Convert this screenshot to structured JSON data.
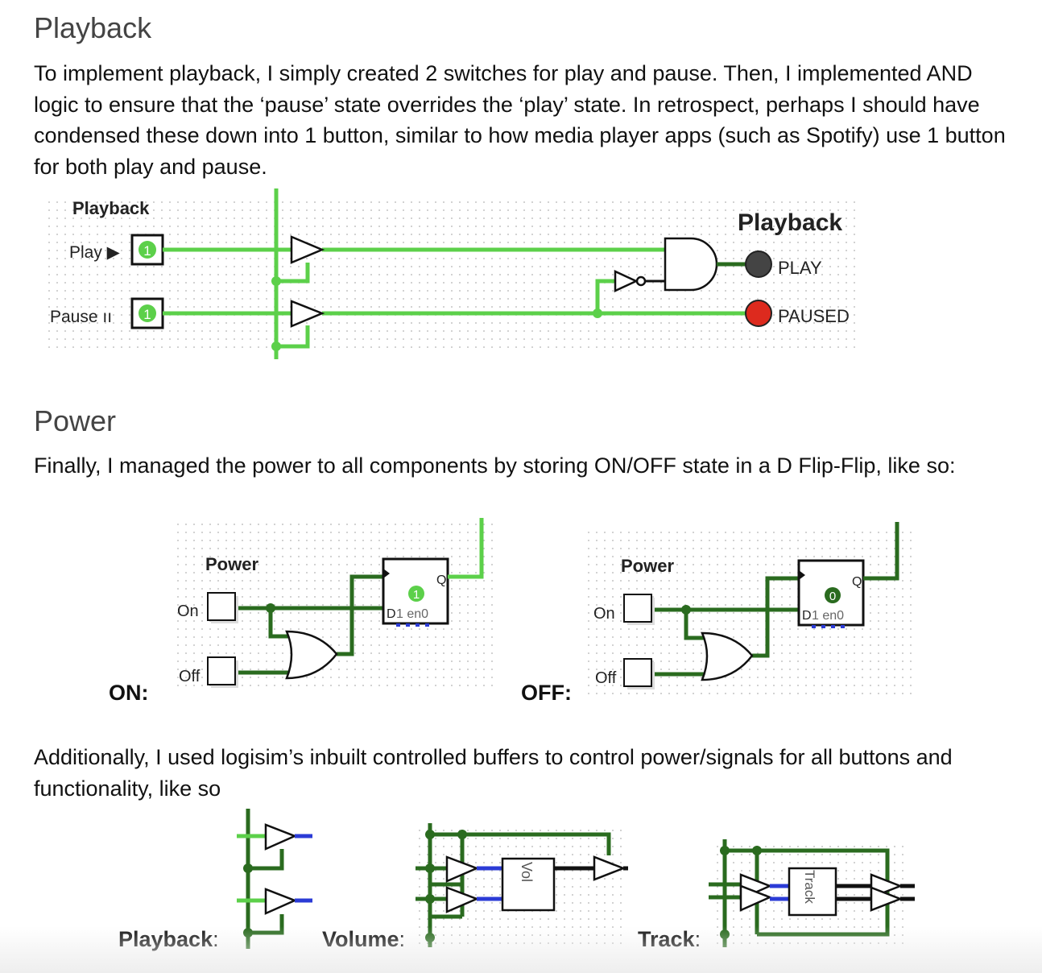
{
  "playback_section": {
    "heading": "Playback",
    "paragraph": "To implement playback, I simply created 2 switches for play and pause. Then, I implemented AND logic to ensure that the ‘pause’ state overrides the ‘play’ state. In retrospect, perhaps I should have condensed these down into 1 button, similar to how media player apps (such as Spotify) use 1 button for both play and pause.",
    "circuit": {
      "title": "Playback",
      "input_play_label": "Play ▶",
      "input_pause_label": "Pause ıı",
      "input_play_value": "1",
      "input_pause_value": "1",
      "output_title": "Playback",
      "output_play_label": "PLAY",
      "output_paused_label": "PAUSED"
    }
  },
  "power_section": {
    "heading": "Power",
    "paragraph": "Finally, I managed the power to all components by storing ON/OFF state in a D Flip-Flip, like so:",
    "on_caption": "ON:",
    "off_caption": "OFF:",
    "circuit_on": {
      "title": "Power",
      "on_label": "On",
      "off_label": "Off",
      "q_label": "Q",
      "d_label": "D",
      "en_label": "1 en0",
      "state_value": "1"
    },
    "circuit_off": {
      "title": "Power",
      "on_label": "On",
      "off_label": "Off",
      "q_label": "Q",
      "d_label": "D",
      "en_label": "1 en0",
      "state_value": "0"
    }
  },
  "buffers_section": {
    "paragraph": "Additionally, I used logisim’s inbuilt controlled buffers to control power/signals for all buttons and functionality, like so",
    "playback_caption": "Playback",
    "volume_caption": "Volume",
    "track_caption": "Track",
    "colon": ":",
    "vol_block_label": "Vol",
    "track_block_label": "Track"
  },
  "colors": {
    "wire_on": "#5cd04a",
    "wire_dark": "#2a6b1f",
    "wire_blue": "#2b3bd6",
    "led_off": "#444444",
    "led_on": "#dd2a1e",
    "grid_dot": "#b8b8b8"
  }
}
